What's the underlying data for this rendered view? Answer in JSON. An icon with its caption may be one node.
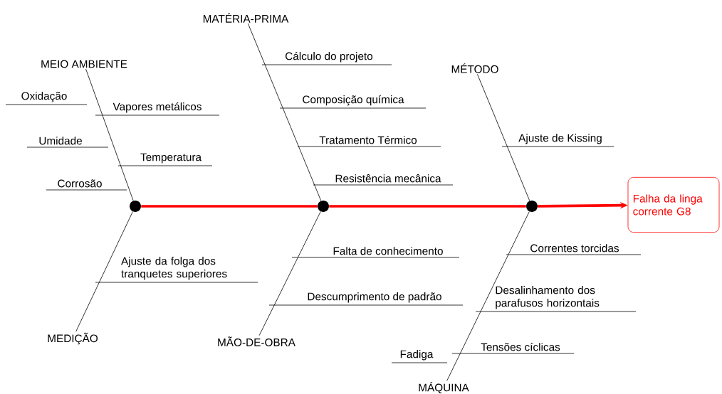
{
  "diagram": {
    "nodes": [
      {
        "text": [
          "MEIO AMBIENTE"
        ]
      },
      {
        "text": [
          "Oxidação"
        ]
      },
      {
        "text": [
          "Vapores metálicos"
        ]
      },
      {
        "text": [
          "Umidade"
        ]
      },
      {
        "text": [
          "Temperatura"
        ]
      },
      {
        "text": [
          "Corrosão"
        ]
      },
      {
        "text": [
          "MATÉRIA-PRIMA"
        ]
      },
      {
        "text": [
          "Cálculo do projeto"
        ]
      },
      {
        "text": [
          "Composição química"
        ]
      },
      {
        "text": [
          "Tratamento Térmico"
        ]
      },
      {
        "text": [
          "Resistência mecânica"
        ]
      },
      {
        "text": [
          "MÉTODO"
        ]
      },
      {
        "text": [
          "Ajuste de Kissing"
        ]
      },
      {
        "text": [],
        "shape": "circle"
      },
      {
        "text": [],
        "shape": "circle"
      },
      {
        "text": [],
        "shape": "circle"
      },
      {
        "text": [
          "Falha da linga corrente G8"
        ]
      },
      {
        "text": [
          "Ajuste da folga dos tranquetes superiores"
        ]
      },
      {
        "text": [
          "Falta de conhecimento"
        ]
      },
      {
        "text": [
          "Descumprimento de padrão"
        ]
      },
      {
        "text": [
          "Correntes torcidas"
        ]
      },
      {
        "text": [
          "Desalinhamento dos parafusos horizontais"
        ]
      },
      {
        "text": [
          "Fadiga"
        ]
      },
      {
        "text": [
          "Tensões cíclicas"
        ]
      },
      {
        "text": [
          "MEDIÇÃO"
        ]
      },
      {
        "text": [
          "MÃO-DE-OBRA"
        ]
      },
      {
        "text": [
          "MÁQUINA"
        ]
      }
    ],
    "edges": [
      {
        "from": 0,
        "to": 13,
        "arrow": "none"
      },
      {
        "from": 6,
        "to": 14,
        "arrow": "none"
      },
      {
        "from": 11,
        "to": 15,
        "arrow": "none"
      },
      {
        "from": 24,
        "to": 13,
        "arrow": "none"
      },
      {
        "from": 25,
        "to": 14,
        "arrow": "none"
      },
      {
        "from": 26,
        "to": 15,
        "arrow": "none"
      },
      {
        "from": 13,
        "to": 14,
        "arrow": "none",
        "style": "thick",
        "color": "#ff0000"
      },
      {
        "from": 14,
        "to": 15,
        "arrow": "none",
        "style": "thick",
        "color": "#ff0000"
      },
      {
        "from": 15,
        "to": 16,
        "arrow": "to",
        "style": "thick",
        "color": "#ff0000"
      },
      {
        "from": 1,
        "to": null,
        "arrow": "none"
      },
      {
        "from": 2,
        "to": null,
        "arrow": "none"
      },
      {
        "from": 3,
        "to": null,
        "arrow": "none"
      },
      {
        "from": 4,
        "to": null,
        "arrow": "none"
      },
      {
        "from": 5,
        "to": null,
        "arrow": "none"
      },
      {
        "from": 7,
        "to": null,
        "arrow": "none"
      },
      {
        "from": 8,
        "to": null,
        "arrow": "none"
      },
      {
        "from": 9,
        "to": null,
        "arrow": "none"
      },
      {
        "from": 10,
        "to": null,
        "arrow": "none"
      },
      {
        "from": 12,
        "to": null,
        "arrow": "none"
      },
      {
        "from": 17,
        "to": null,
        "arrow": "none"
      },
      {
        "from": 18,
        "to": null,
        "arrow": "none"
      },
      {
        "from": 19,
        "to": null,
        "arrow": "none"
      },
      {
        "from": 20,
        "to": null,
        "arrow": "none"
      },
      {
        "from": 21,
        "to": null,
        "arrow": "none"
      },
      {
        "from": 22,
        "to": null,
        "arrow": "none"
      },
      {
        "from": 23,
        "to": null,
        "arrow": "none"
      }
    ]
  }
}
